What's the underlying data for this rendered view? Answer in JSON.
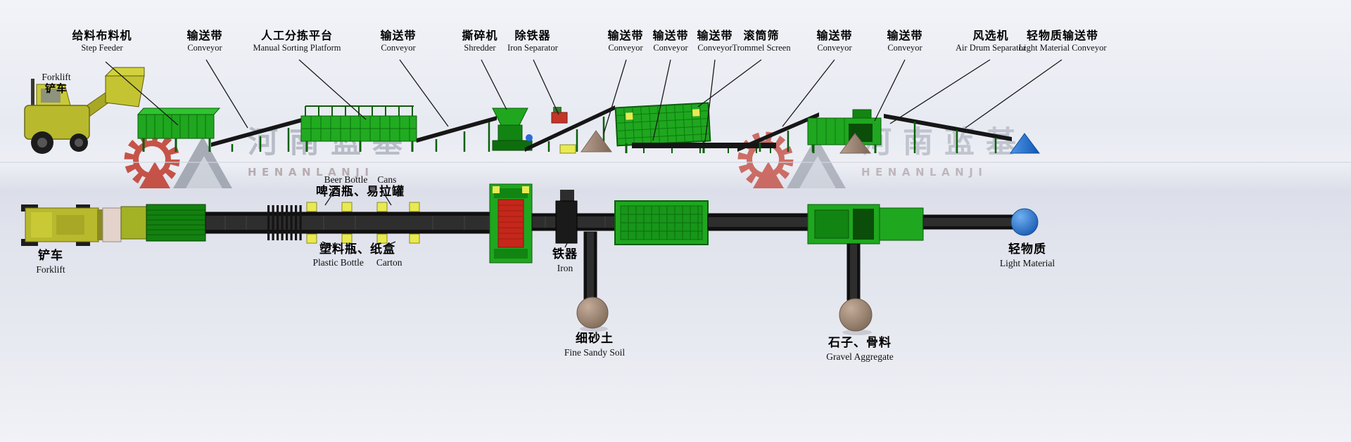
{
  "watermark": {
    "zh": "河南蓝基",
    "en": "HENANLANJI"
  },
  "top_left_forklift": {
    "en": "Forklift",
    "zh": "铲车"
  },
  "top_labels": [
    {
      "zh": "给料布料机",
      "en": "Step Feeder"
    },
    {
      "zh": "输送带",
      "en": "Conveyor"
    },
    {
      "zh": "人工分拣平台",
      "en": "Manual Sorting Platform"
    },
    {
      "zh": "输送带",
      "en": "Conveyor"
    },
    {
      "zh": "撕碎机",
      "en": "Shredder"
    },
    {
      "zh": "除铁器",
      "en": "Iron Separator"
    },
    {
      "zh": "输送带",
      "en": "Conveyor"
    },
    {
      "zh": "输送带",
      "en": "Conveyor"
    },
    {
      "zh": "输送带",
      "en": "Conveyor"
    },
    {
      "zh": "滚筒筛",
      "en": "Trommel Screen"
    },
    {
      "zh": "输送带",
      "en": "Conveyor"
    },
    {
      "zh": "输送带",
      "en": "Conveyor"
    },
    {
      "zh": "风选机",
      "en": "Air Drum Separator"
    },
    {
      "zh": "轻物质输送带",
      "en": "Light Material Conveyor"
    }
  ],
  "bottom_labels": {
    "forklift": {
      "zh": "铲车",
      "en": "Forklift"
    },
    "beer_cans": {
      "en_left": "Beer Bottle",
      "en_right": "Cans",
      "zh": "啤酒瓶、易拉罐"
    },
    "plastic_carton": {
      "zh": "塑料瓶、纸盒",
      "en_left": "Plastic Bottle",
      "en_right": "Carton"
    },
    "iron": {
      "zh": "铁器",
      "en": "Iron"
    },
    "fine_sandy_soil": {
      "zh": "细砂土",
      "en": "Fine Sandy Soil"
    },
    "gravel_aggregate": {
      "zh": "石子、骨料",
      "en": "Gravel Aggregate"
    },
    "light_material": {
      "zh": "轻物质",
      "en": "Light Material"
    }
  },
  "colors": {
    "equipment_green": "#1fa71f",
    "belt_black": "#2e2e2e",
    "forklift_yellow": "#b9b92e",
    "cone_brown": "#9b8172",
    "sphere_blue": "#1d74d8",
    "logo_red": "#c0392b",
    "collection_box_yellow": "#e9e952"
  }
}
